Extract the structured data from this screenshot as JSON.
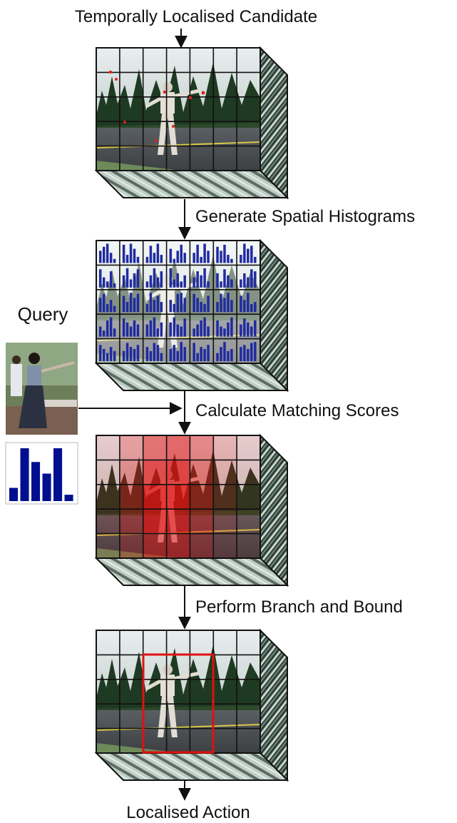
{
  "labels": {
    "top": "Temporally Localised Candidate",
    "step1": "Generate Spatial Histograms",
    "step2": "Calculate Matching Scores",
    "step3": "Perform Branch and Bound",
    "bottom": "Localised Action",
    "query": "Query"
  },
  "query_histogram": {
    "values": [
      0.25,
      1.0,
      0.74,
      0.52,
      1.0,
      0.12
    ],
    "color": "#000f8f"
  },
  "cells": {
    "histograms": [
      [
        [
          0.6,
          0.8,
          0.95,
          0.5,
          0.2
        ],
        [
          0.9,
          0.4,
          0.95,
          0.7,
          0.3
        ],
        [
          0.3,
          0.85,
          0.5,
          0.95,
          0.4
        ],
        [
          0.7,
          0.2,
          0.6,
          0.9,
          0.5
        ],
        [
          0.5,
          0.9,
          0.3,
          0.95,
          0.6
        ],
        [
          0.8,
          0.6,
          0.9,
          0.4,
          0.2
        ],
        [
          0.4,
          0.95,
          0.7,
          0.85,
          0.3
        ]
      ],
      [
        [
          0.9,
          0.5,
          0.3,
          0.8,
          0.2
        ],
        [
          0.6,
          0.95,
          0.4,
          0.7,
          0.9
        ],
        [
          0.3,
          0.6,
          0.95,
          0.5,
          0.8
        ],
        [
          0.95,
          0.4,
          0.7,
          0.3,
          0.6
        ],
        [
          0.5,
          0.8,
          0.6,
          0.95,
          0.3
        ],
        [
          0.7,
          0.3,
          0.9,
          0.6,
          0.4
        ],
        [
          0.4,
          0.7,
          0.5,
          0.9,
          0.8
        ]
      ],
      [
        [
          0.7,
          0.9,
          0.4,
          0.6,
          0.3
        ],
        [
          0.8,
          0.5,
          0.95,
          0.7,
          0.9
        ],
        [
          0.4,
          0.95,
          0.6,
          0.8,
          0.5
        ],
        [
          0.6,
          0.4,
          0.9,
          0.95,
          0.7
        ],
        [
          0.9,
          0.7,
          0.5,
          0.4,
          0.8
        ],
        [
          0.5,
          0.9,
          0.7,
          0.95,
          0.6
        ],
        [
          0.8,
          0.6,
          0.95,
          0.4,
          0.5
        ]
      ],
      [
        [
          0.5,
          0.3,
          0.8,
          0.95,
          0.4
        ],
        [
          0.9,
          0.7,
          0.5,
          0.8,
          0.6
        ],
        [
          0.6,
          0.8,
          0.95,
          0.4,
          0.7
        ],
        [
          0.7,
          0.95,
          0.6,
          0.5,
          0.9
        ],
        [
          0.4,
          0.6,
          0.8,
          0.95,
          0.5
        ],
        [
          0.8,
          0.5,
          0.4,
          0.7,
          0.95
        ],
        [
          0.6,
          0.9,
          0.7,
          0.5,
          0.8
        ]
      ],
      [
        [
          0.8,
          0.6,
          0.4,
          0.7,
          0.5
        ],
        [
          0.5,
          0.9,
          0.7,
          0.6,
          0.8
        ],
        [
          0.7,
          0.5,
          0.9,
          0.8,
          0.4
        ],
        [
          0.6,
          0.8,
          0.5,
          0.95,
          0.7
        ],
        [
          0.9,
          0.4,
          0.7,
          0.6,
          0.8
        ],
        [
          0.4,
          0.7,
          0.95,
          0.5,
          0.6
        ],
        [
          0.7,
          0.8,
          0.6,
          0.9,
          0.95
        ]
      ]
    ],
    "matching_score_alpha": [
      [
        0.15,
        0.35,
        0.55,
        0.6,
        0.45,
        0.25,
        0.15
      ],
      [
        0.15,
        0.4,
        0.7,
        0.75,
        0.5,
        0.25,
        0.15
      ],
      [
        0.15,
        0.45,
        0.8,
        0.8,
        0.5,
        0.25,
        0.1
      ],
      [
        0.15,
        0.4,
        0.75,
        0.7,
        0.45,
        0.2,
        0.1
      ],
      [
        0.1,
        0.3,
        0.55,
        0.55,
        0.35,
        0.15,
        0.1
      ]
    ]
  },
  "colors": {
    "histogram_bar": "#1f2aa0",
    "matching_score": "#e21010",
    "detection_box": "#e21010"
  }
}
